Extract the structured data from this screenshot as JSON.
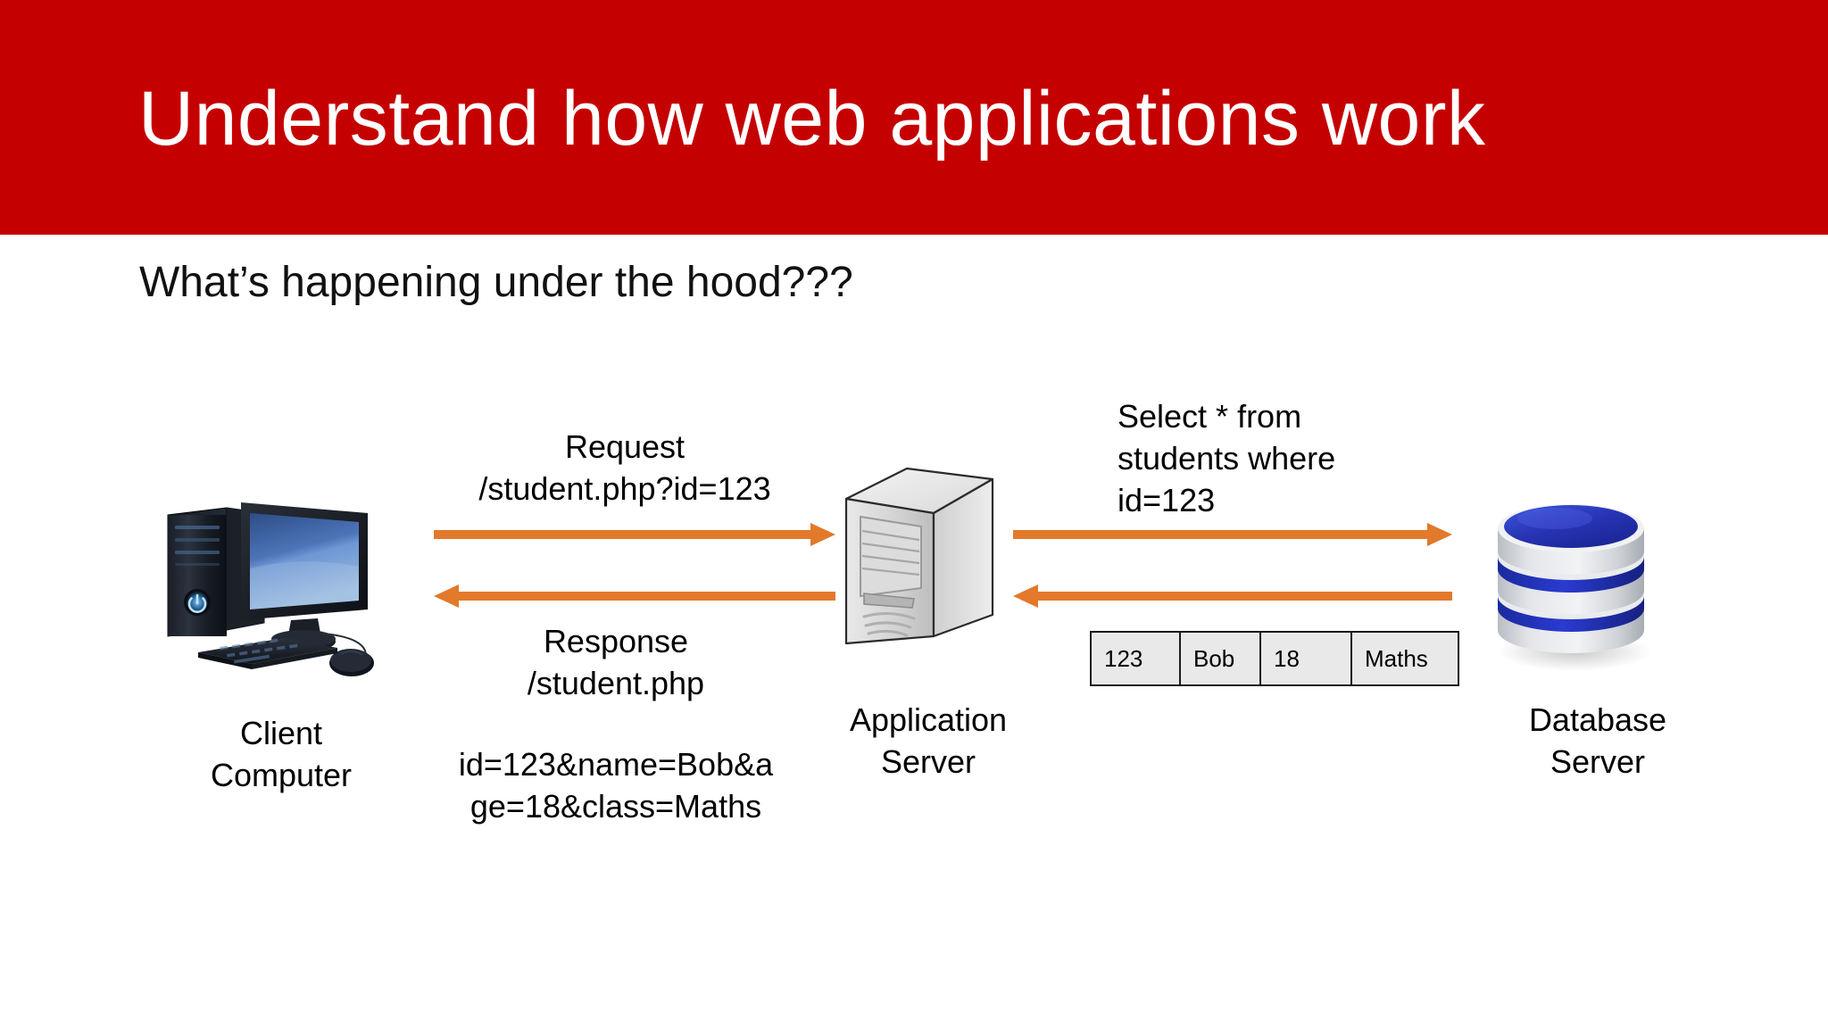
{
  "slide": {
    "title": "Understand how web applications work",
    "subtitle": "What’s happening under the hood???",
    "banner_color": "#C50000",
    "background_color": "#FFFFFF",
    "title_color": "#FFFFFF",
    "arrow_color": "#E2792B"
  },
  "nodes": {
    "client": {
      "label": "Client\nComputer",
      "icon": "desktop-computer-icon"
    },
    "app_server": {
      "label": "Application\nServer",
      "icon": "server-tower-icon"
    },
    "db_server": {
      "label": "Database\nServer",
      "icon": "database-cylinder-icon"
    }
  },
  "flows": {
    "request": {
      "label": "Request\n/student.php?id=123",
      "direction": "client-to-app-server"
    },
    "response": {
      "label": "Response\n/student.php",
      "direction": "app-server-to-client"
    },
    "response_payload": {
      "label": "id=123&name=Bob&a\nge=18&class=Maths"
    },
    "sql_query": {
      "label": "Select * from\nstudents where\nid=123",
      "direction": "app-server-to-db-server"
    },
    "sql_result": {
      "direction": "db-server-to-app-server"
    }
  },
  "result_table": {
    "cell_background": "#E9E9E9",
    "rows": [
      [
        "123",
        "Bob",
        "18",
        "Maths"
      ]
    ]
  }
}
